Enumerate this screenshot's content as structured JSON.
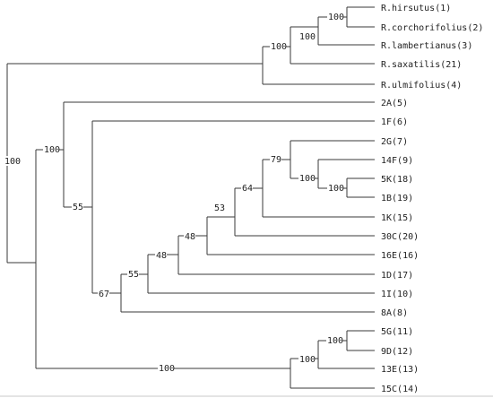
{
  "leaves": [
    {
      "id": "rh",
      "label": "R.hirsutus(1)"
    },
    {
      "id": "rc",
      "label": "R.corchorifolius(2)"
    },
    {
      "id": "rl",
      "label": "R.lambertianus(3)"
    },
    {
      "id": "rs",
      "label": "R.saxatilis(21)"
    },
    {
      "id": "ru",
      "label": "R.ulmifolius(4)"
    },
    {
      "id": "l2a",
      "label": "2A(5)"
    },
    {
      "id": "l1f",
      "label": "1F(6)"
    },
    {
      "id": "l2g",
      "label": "2G(7)"
    },
    {
      "id": "l14f",
      "label": "14F(9)"
    },
    {
      "id": "l5k",
      "label": "5K(18)"
    },
    {
      "id": "l1b",
      "label": "1B(19)"
    },
    {
      "id": "l1k",
      "label": "1K(15)"
    },
    {
      "id": "l30c",
      "label": "30C(20)"
    },
    {
      "id": "l16e",
      "label": "16E(16)"
    },
    {
      "id": "l1d",
      "label": "1D(17)"
    },
    {
      "id": "l1i",
      "label": "1I(10)"
    },
    {
      "id": "l8a",
      "label": "8A(8)"
    },
    {
      "id": "l5g",
      "label": "5G(11)"
    },
    {
      "id": "l9d",
      "label": "9D(12)"
    },
    {
      "id": "l13e",
      "label": "13E(13)"
    },
    {
      "id": "l15c",
      "label": "15C(14)"
    }
  ],
  "bootstrap": {
    "rh_rc": "100",
    "rh_rl": "100",
    "rh_rs": "100",
    "root": "100",
    "clade_2a": "100",
    "clade_1f": "55",
    "n79": "79",
    "n5k1b": "100",
    "n64": "64",
    "n53": "53",
    "n48a": "48",
    "n48b": "48",
    "n55": "55",
    "n67": "67",
    "g5g9d": "100",
    "g13e": "100",
    "g15c": "100"
  }
}
